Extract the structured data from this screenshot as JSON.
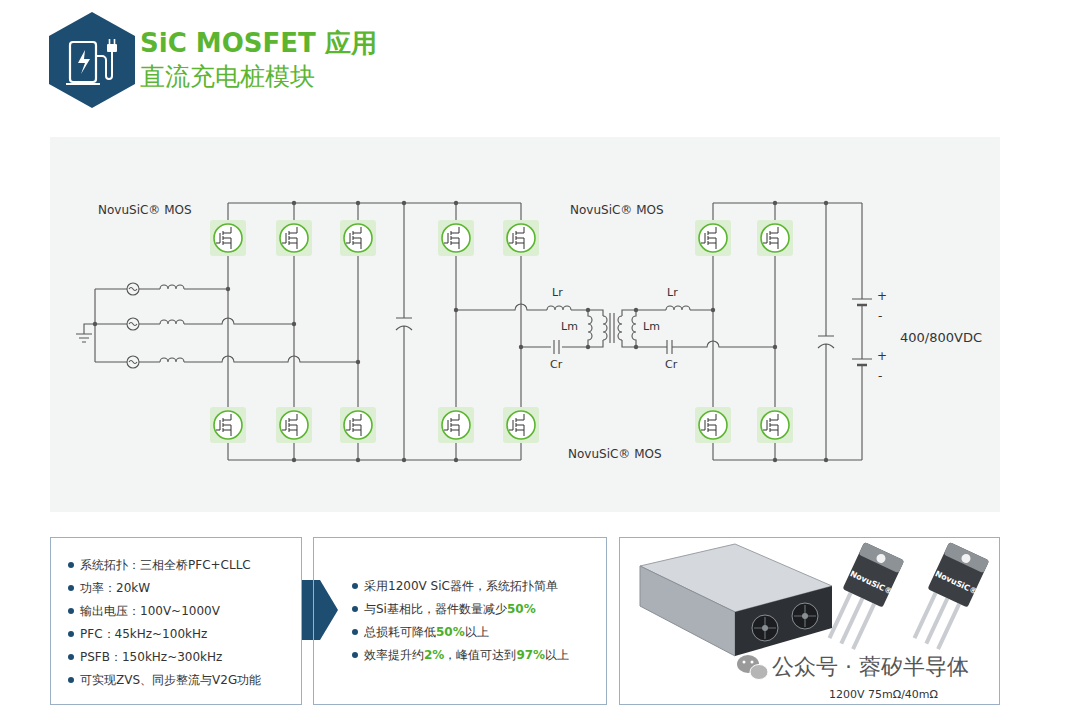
{
  "diagram": {
    "title": "SiC MOSFET 应用",
    "nodes": [
      {
        "text": [
          "系统拓扑：三相全桥PFC+CLLC",
          "功率：20kW",
          "输出电压：100V~1000V",
          "PFC：45kHz~100kHz",
          "PSFB：150kHz~300kHz",
          "可实现ZVS、同步整流与V2G功能"
        ]
      },
      {
        "text": [
          "采用1200V SiC器件，系统拓扑简单",
          "与Si基相比，器件数量减少",
          "50%",
          "总损耗可降低",
          "50%",
          "以上",
          "效率提升约",
          "2%",
          "，峰值可达到",
          "97%",
          "以上"
        ]
      },
      {
        "text": [
          "NovuSiC®",
          "NovuSiC®",
          "1200V 75mΩ/40mΩ"
        ]
      }
    ],
    "edges": [
      {
        "from": 0,
        "to": 1,
        "arrow": "to"
      }
    ],
    "labels": [
      "直流充电桩模块",
      "NovuSiC® MOS",
      "NovuSiC® MOS",
      "Lr",
      "Lr",
      "+",
      "Lm",
      "Lm",
      "-",
      "400/800VDC",
      "+",
      "Cr",
      "Cr",
      "-",
      "NovuSiC® MOS",
      "公众号 · 蓉矽半导体"
    ]
  }
}
